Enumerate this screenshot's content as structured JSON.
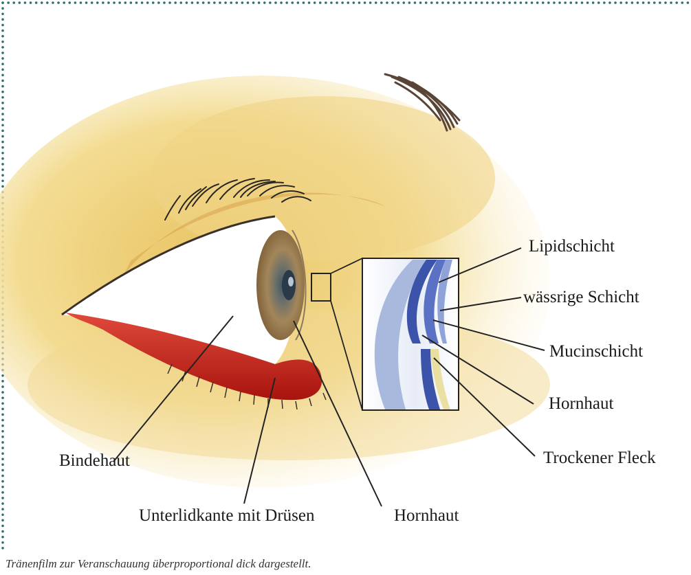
{
  "labels": {
    "lipid": "Lipidschicht",
    "aqueous": "wässrige Schicht",
    "mucin": "Mucinschicht",
    "cornea_inset": "Hornhaut",
    "dry_spot": "Trockener Fleck",
    "conjunctiva": "Bindehaut",
    "lid_margin": "Unterlidkante mit Drüsen",
    "cornea": "Hornhaut"
  },
  "caption": "Tränenfilm zur Veranschauung überproportional dick dargestellt.",
  "colors": {
    "border_dots": "#2e6e6e",
    "skin": "#efd78a",
    "lid_red": "#c8261e",
    "iris": "#8a6a3c",
    "lipid_blue": "#3b53a8",
    "cornea_blue": "#a9b8dd"
  }
}
